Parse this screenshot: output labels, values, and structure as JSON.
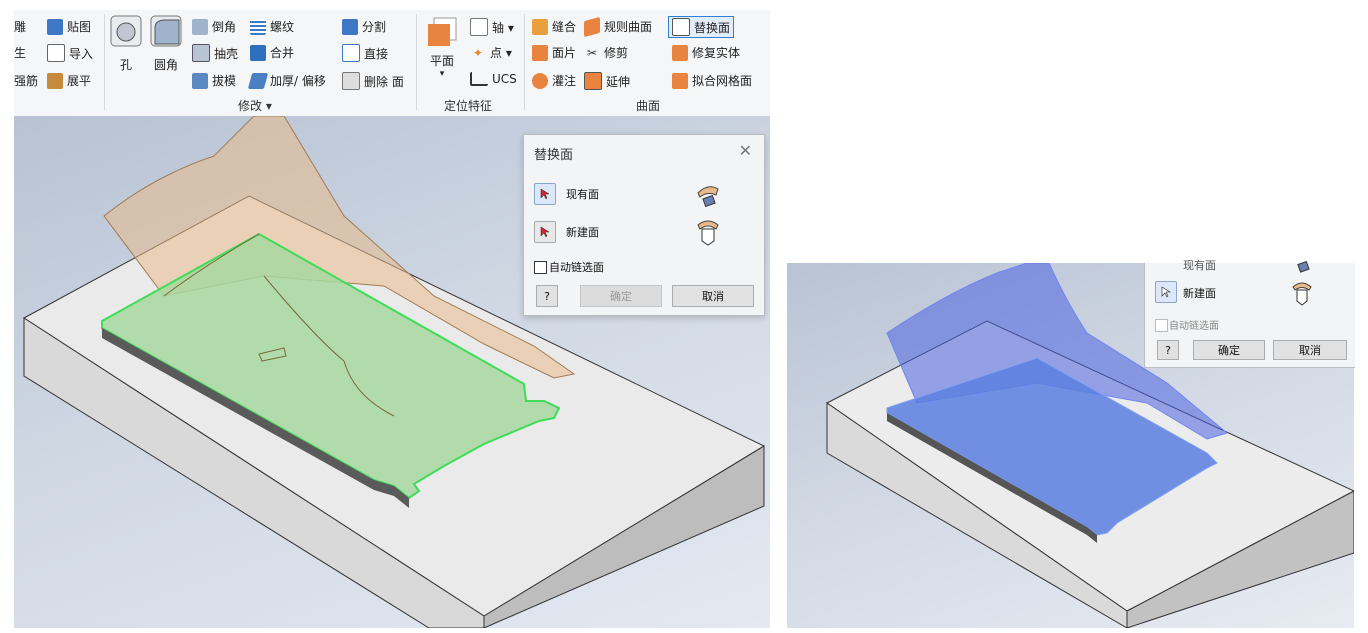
{
  "ribbon": {
    "left_partial": [
      "雕",
      "生",
      "强筋"
    ],
    "col1": [
      "贴图",
      "导入",
      "展平"
    ],
    "big_buttons": [
      "孔",
      "圆角"
    ],
    "col2": [
      "倒角",
      "抽壳",
      "拔模"
    ],
    "col3": [
      "螺纹",
      "合并",
      "加厚/ 偏移"
    ],
    "col4": [
      "分割",
      "直接",
      "删除 面"
    ],
    "group_modify": "修改 ▾",
    "plane": "平面",
    "plane_arrow": "▾",
    "col5": [
      "轴 ▾",
      "点 ▾",
      "UCS"
    ],
    "group_locate": "定位特征",
    "col6": [
      "缝合",
      "面片",
      "灌注"
    ],
    "col7": [
      "规则曲面",
      "修剪",
      "延伸"
    ],
    "col8": [
      "替换面",
      "修复实体",
      "拟合网格面"
    ],
    "group_surface": "曲面"
  },
  "dialog": {
    "title": "替换面",
    "close": "✕",
    "existing_face": "现有面",
    "new_face": "新建面",
    "auto_chain": "自动链选面",
    "help": "?",
    "ok": "确定",
    "cancel": "取消"
  },
  "dialog2": {
    "partial_row": "现有面",
    "new_face": "新建面",
    "auto_chain": "自动链选面",
    "help": "?",
    "ok": "确定",
    "cancel": "取消"
  },
  "colors": {
    "accent": "#2f7fd6",
    "highlight_green": "#3fdc5a",
    "surface_orange": "#e8b98a",
    "preview_blue": "#4d63e0"
  }
}
